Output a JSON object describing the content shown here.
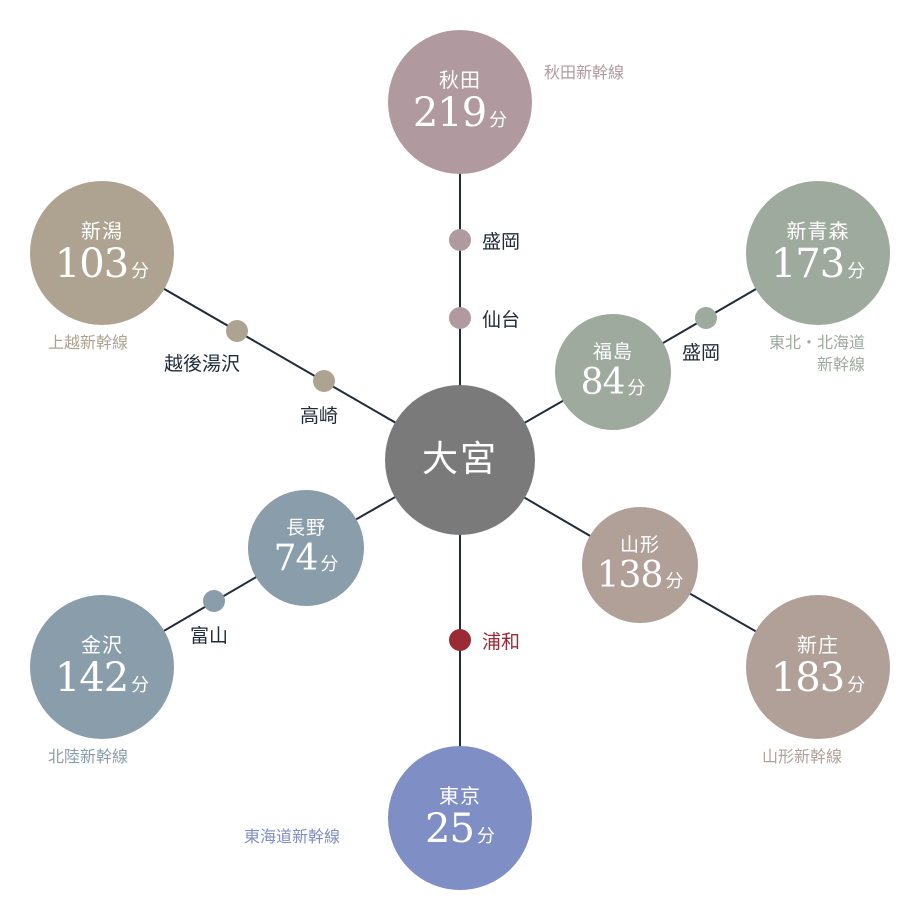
{
  "hub": {
    "name": "大宮",
    "color": "#7a7a7a"
  },
  "unit": "分",
  "line_color": "#1f2a3a",
  "destinations": [
    {
      "id": "akita",
      "name": "秋田",
      "minutes": "219",
      "color": "#b09aa0"
    },
    {
      "id": "shinaomori",
      "name": "新青森",
      "minutes": "173",
      "color": "#9eaa9e"
    },
    {
      "id": "fukushima",
      "name": "福島",
      "minutes": "84",
      "color": "#9eaa9e"
    },
    {
      "id": "niigata",
      "name": "新潟",
      "minutes": "103",
      "color": "#aea390"
    },
    {
      "id": "nagano",
      "name": "長野",
      "minutes": "74",
      "color": "#8a9dab"
    },
    {
      "id": "kanazawa",
      "name": "金沢",
      "minutes": "142",
      "color": "#8a9dab"
    },
    {
      "id": "yamagata",
      "name": "山形",
      "minutes": "138",
      "color": "#b0a098"
    },
    {
      "id": "shinjo",
      "name": "新庄",
      "minutes": "183",
      "color": "#b0a098"
    },
    {
      "id": "tokyo",
      "name": "東京",
      "minutes": "25",
      "color": "#7f8ec4"
    }
  ],
  "stops": [
    {
      "id": "morioka-akita",
      "name": "盛岡",
      "color": "#b09aa0"
    },
    {
      "id": "sendai",
      "name": "仙台",
      "color": "#b09aa0"
    },
    {
      "id": "morioka-tohoku",
      "name": "盛岡",
      "color": "#9eaa9e"
    },
    {
      "id": "echigoyuzawa",
      "name": "越後湯沢",
      "color": "#aea390"
    },
    {
      "id": "takasaki",
      "name": "高崎",
      "color": "#aea390"
    },
    {
      "id": "toyama",
      "name": "富山",
      "color": "#8a9dab"
    },
    {
      "id": "urawa",
      "name": "浦和",
      "color": "#9b2a35",
      "label_color": "#9b2a35"
    }
  ],
  "line_names": [
    {
      "id": "akita-shinkansen",
      "text": "秋田新幹線",
      "color": "#b09aa0"
    },
    {
      "id": "tohoku-hokkaido-shinkansen",
      "text": "東北・北海道\n新幹線",
      "color": "#9eaa9e"
    },
    {
      "id": "joetsu-shinkansen",
      "text": "上越新幹線",
      "color": "#aea390"
    },
    {
      "id": "hokuriku-shinkansen",
      "text": "北陸新幹線",
      "color": "#8a9dab"
    },
    {
      "id": "yamagata-shinkansen",
      "text": "山形新幹線",
      "color": "#b0a098"
    },
    {
      "id": "tokaido-shinkansen",
      "text": "東海道新幹線",
      "color": "#7f8ec4"
    }
  ]
}
